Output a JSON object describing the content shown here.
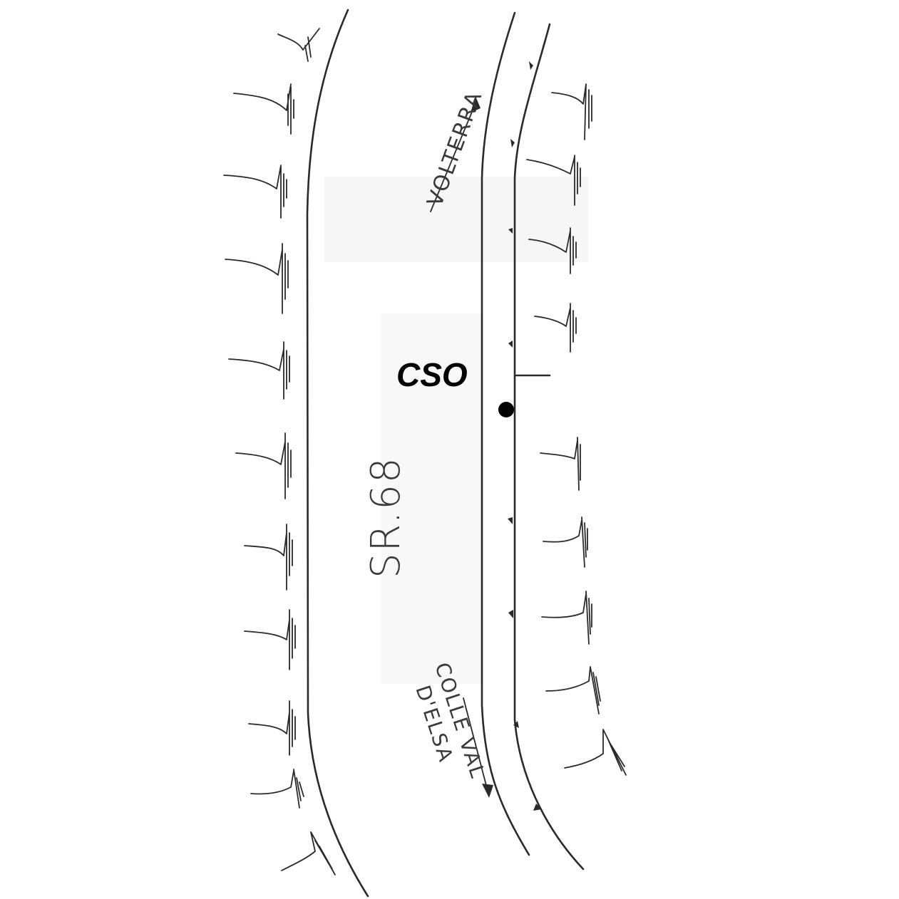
{
  "labels": {
    "point": "CSO",
    "road": "SR.68",
    "direction_up": "VOLTERRA",
    "direction_down_line1": "COLLE VAL",
    "direction_down_line2": "D'ELSA"
  },
  "colors": {
    "ink": "#2a2a2a",
    "point": "#000000",
    "shading": "#f4f4f4"
  },
  "icons": {
    "tree": "tree-icon",
    "arrow": "arrow-icon",
    "point": "cso-point-marker"
  }
}
